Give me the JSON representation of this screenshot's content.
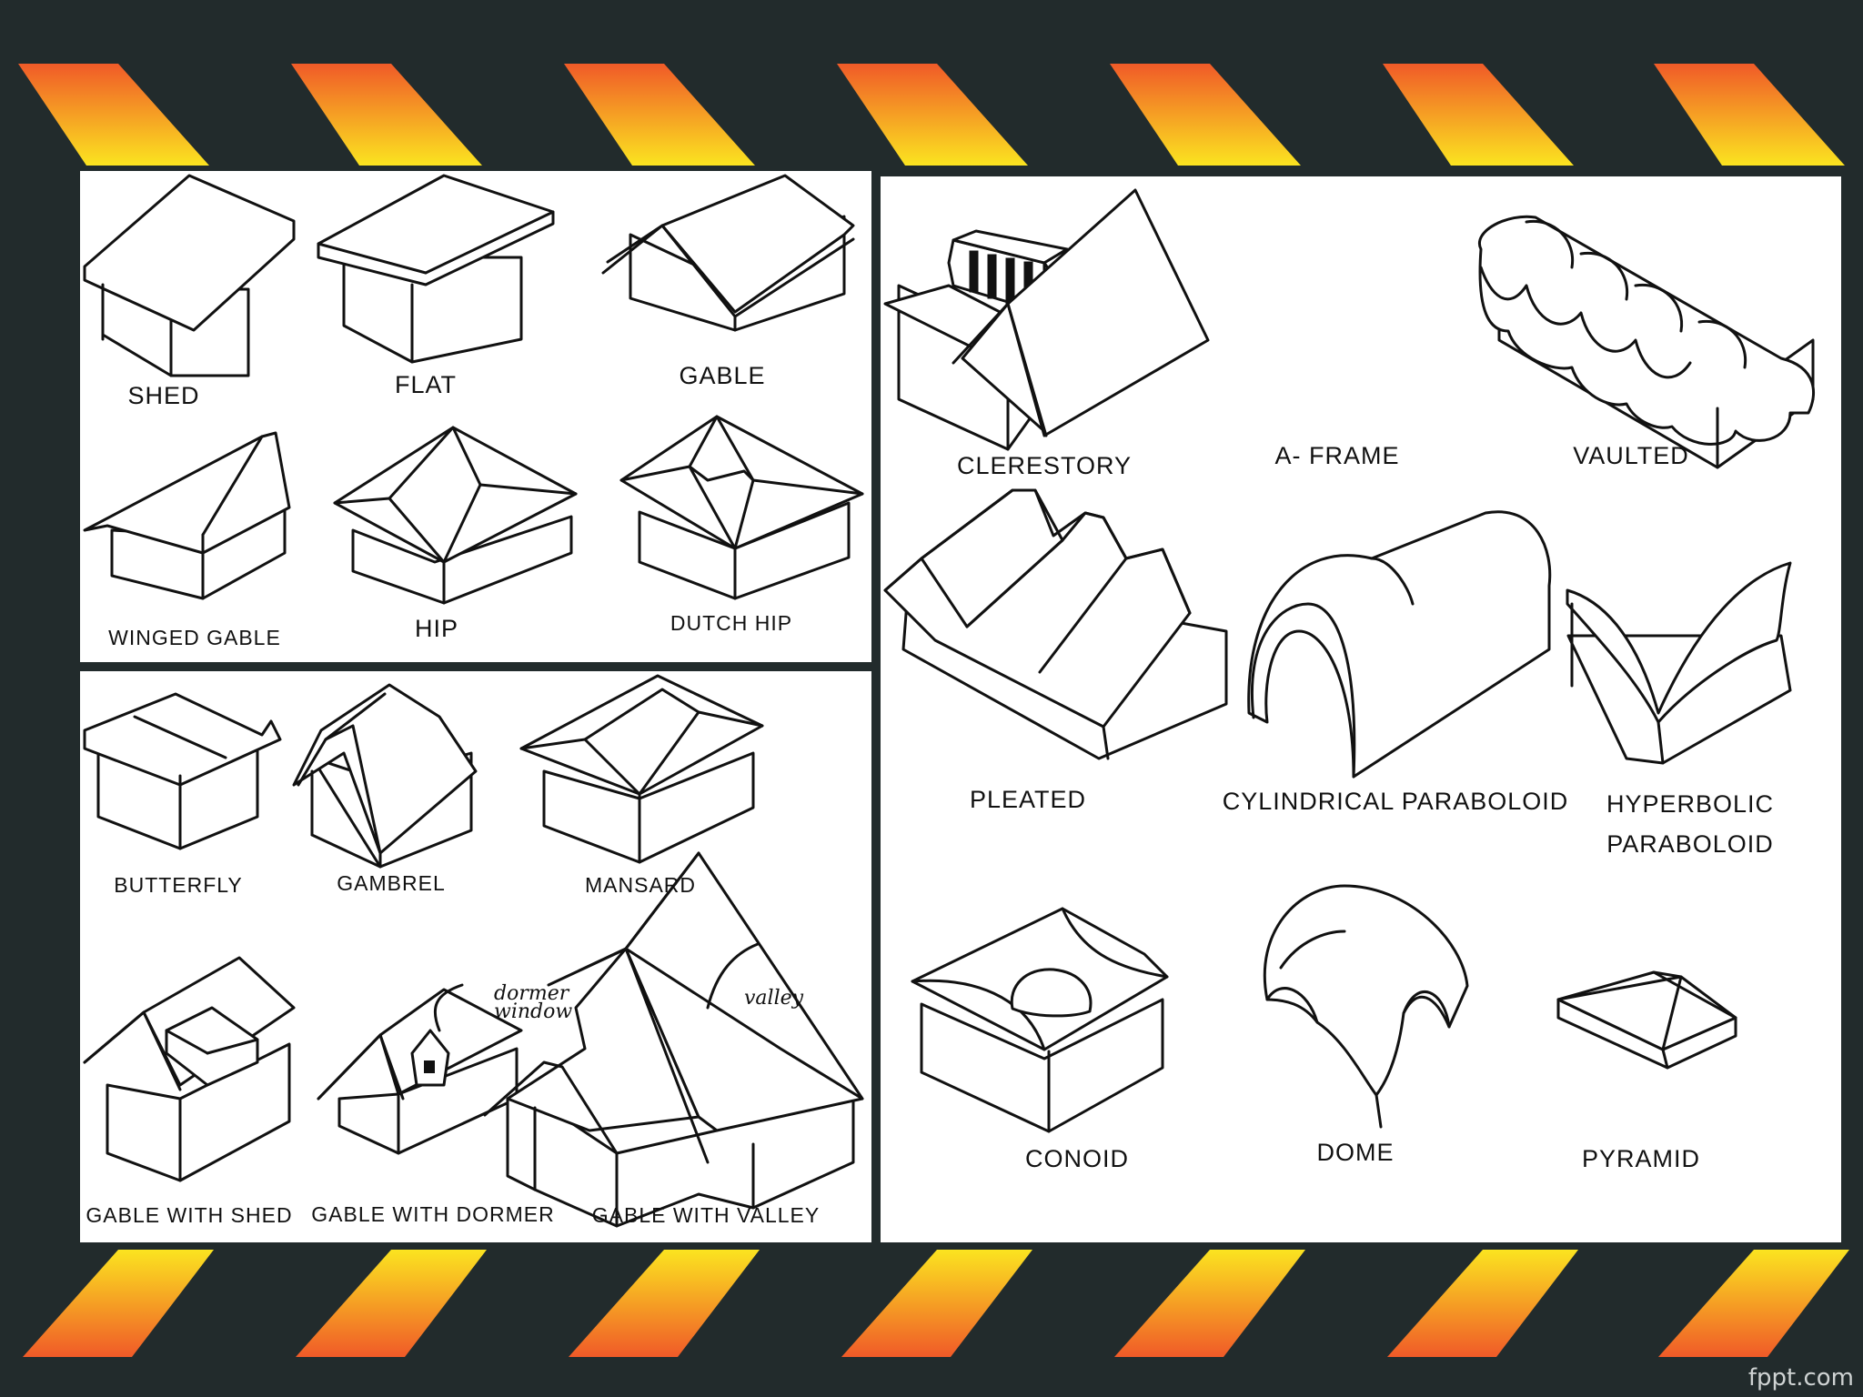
{
  "colors": {
    "background": "#222b2c",
    "stripe_orange": "#f05a28",
    "stripe_yellow": "#fbe420",
    "panel": "#ffffff",
    "ink": "#111111"
  },
  "panels": {
    "top_left": {
      "figures": [
        {
          "label": "SHED",
          "icon": "shed-roof-drawing"
        },
        {
          "label": "FLAT",
          "icon": "flat-roof-drawing"
        },
        {
          "label": "GABLE",
          "icon": "gable-roof-drawing"
        },
        {
          "label": "WINGED GABLE",
          "icon": "winged-gable-roof-drawing"
        },
        {
          "label": "HIP",
          "icon": "hip-roof-drawing"
        },
        {
          "label": "DUTCH HIP",
          "icon": "dutch-hip-roof-drawing"
        }
      ]
    },
    "bottom_left": {
      "figures": [
        {
          "label": "BUTTERFLY",
          "icon": "butterfly-roof-drawing"
        },
        {
          "label": "GAMBREL",
          "icon": "gambrel-roof-drawing"
        },
        {
          "label": "MANSARD",
          "icon": "mansard-roof-drawing"
        },
        {
          "label": "GABLE WITH SHED",
          "icon": "gable-with-shed-drawing"
        },
        {
          "label": "GABLE WITH DORMER",
          "icon": "gable-with-dormer-drawing"
        },
        {
          "label": "GABLE WITH VALLEY",
          "icon": "gable-with-valley-drawing"
        }
      ],
      "annotations": {
        "dormer": "dormer\nwindow",
        "valley": "valley"
      }
    },
    "right": {
      "figures": [
        {
          "label": "CLERESTORY",
          "icon": "clerestory-roof-drawing"
        },
        {
          "label": "A- FRAME",
          "icon": "a-frame-roof-drawing"
        },
        {
          "label": "VAULTED",
          "icon": "vaulted-roof-drawing"
        },
        {
          "label": "PLEATED",
          "icon": "pleated-roof-drawing"
        },
        {
          "label": "CYLINDRICAL  PARABOLOID",
          "icon": "cylindrical-paraboloid-drawing"
        },
        {
          "label": "HYPERBOLIC\nPARABOLOID",
          "icon": "hyperbolic-paraboloid-drawing"
        },
        {
          "label": "CONOID",
          "icon": "conoid-roof-drawing"
        },
        {
          "label": "DOME",
          "icon": "dome-roof-drawing"
        },
        {
          "label": "PYRAMID",
          "icon": "pyramid-roof-drawing"
        }
      ]
    }
  },
  "watermark": "fppt.com"
}
